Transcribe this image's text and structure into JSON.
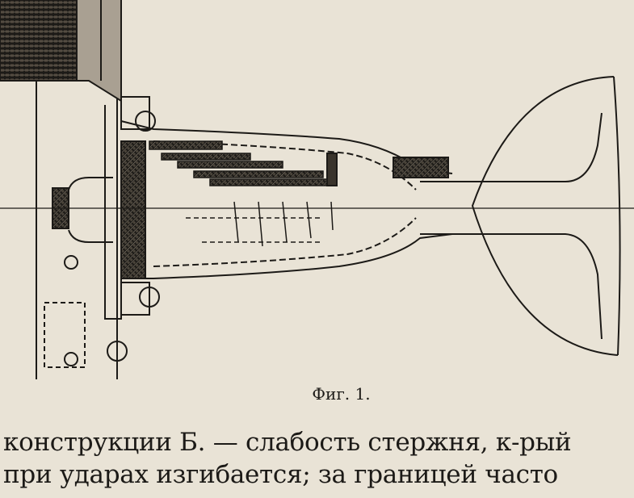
{
  "figure": {
    "caption": "Фиг. 1."
  },
  "body_text": {
    "lines": [
      "конструкции Б. — слабость стержня, к-рый",
      "при ударах изгибается;  за границей часто"
    ]
  }
}
